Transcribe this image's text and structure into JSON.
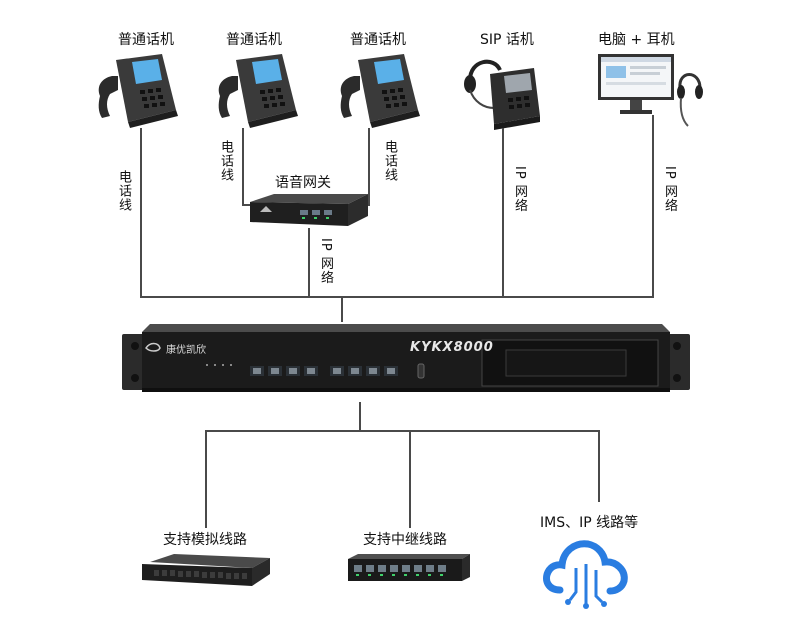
{
  "devices": {
    "phone_1": "普通话机",
    "phone_2": "普通话机",
    "phone_3": "普通话机",
    "sip_phone": "SIP 话机",
    "pc_headset": "电脑 + 耳机"
  },
  "gateway": {
    "label": "语音网关"
  },
  "links": {
    "phone_1": "电话线",
    "phone_2": "电话线",
    "phone_3": "电话线",
    "sip": "IP 网络",
    "pc": "IP 网络",
    "gateway": "IP 网络"
  },
  "main_unit": {
    "brand": "康优凯欣",
    "model": "KYKX8000"
  },
  "bottom": {
    "analog": "支持模拟线路",
    "trunk": "支持中继线路",
    "ims": "IMS、IP 线路等"
  },
  "colors": {
    "cloud": "#2a7de1",
    "line": "#4a4a4a"
  }
}
